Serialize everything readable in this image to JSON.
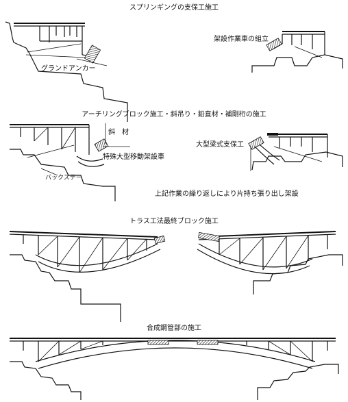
{
  "stages": [
    {
      "title": "スプリンギングの支保工施工",
      "labels": {
        "anchor": "グランドアンカー",
        "assembly": "架設作業車の組立"
      }
    },
    {
      "title": "アーチリングブロック施工・斜吊り・鉛直材・補剛桁の施工",
      "labels": {
        "diag": "斜　材",
        "special": "特殊大型移動架設車",
        "back": "バックステー",
        "support": "大型梁式支保工",
        "repeat": "上記作業の繰り返しにより片持ち張り出し架設"
      }
    },
    {
      "title": "トラス工法最終ブロック施工"
    },
    {
      "title": "合成鋼管部の施工"
    }
  ]
}
